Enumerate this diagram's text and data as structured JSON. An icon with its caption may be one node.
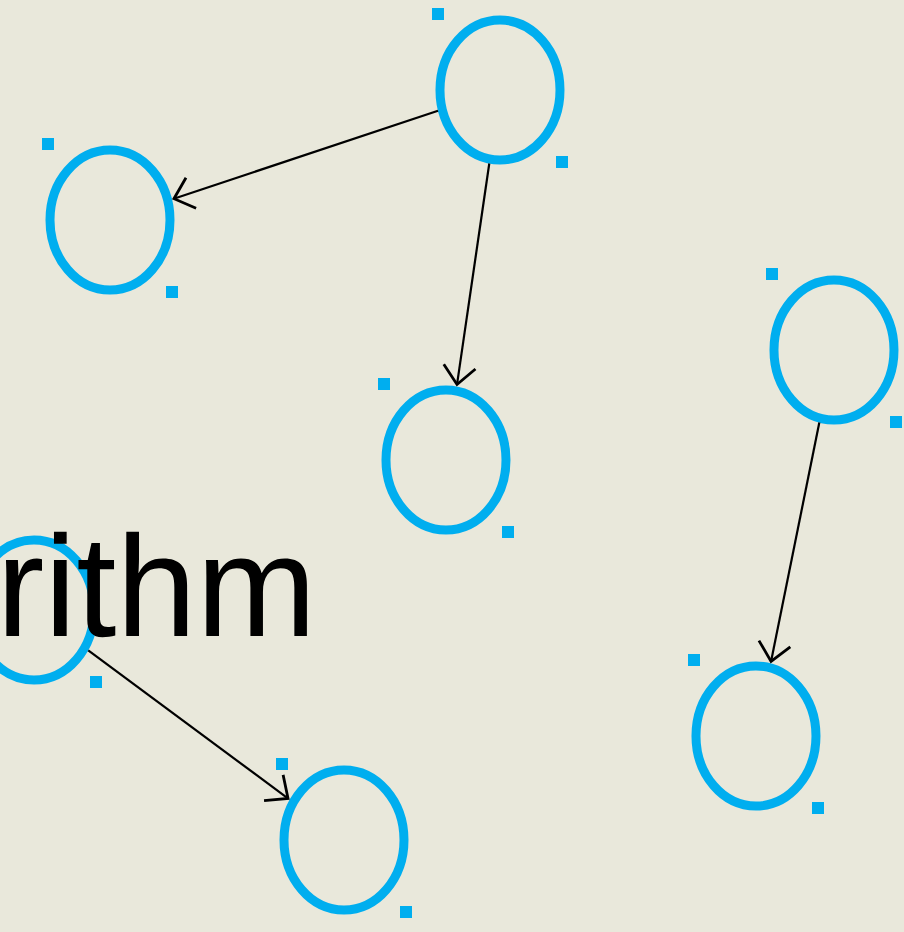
{
  "diagram": {
    "nodes": [
      {
        "text": [],
        "shape": "circle"
      },
      {
        "text": [],
        "shape": "circle"
      },
      {
        "text": [],
        "shape": "circle"
      },
      {
        "text": [],
        "shape": "circle"
      },
      {
        "text": [],
        "shape": "circle"
      },
      {
        "text": [],
        "shape": "circle"
      },
      {
        "text": [],
        "shape": "circle"
      }
    ],
    "edges": [
      {
        "from": 0,
        "to": 1,
        "arrow": "to"
      },
      {
        "from": 0,
        "to": 2,
        "arrow": "to"
      },
      {
        "from": 3,
        "to": 6,
        "arrow": "to"
      },
      {
        "from": 4,
        "to": 5,
        "arrow": "to"
      }
    ],
    "labels": [
      "rithm"
    ]
  }
}
